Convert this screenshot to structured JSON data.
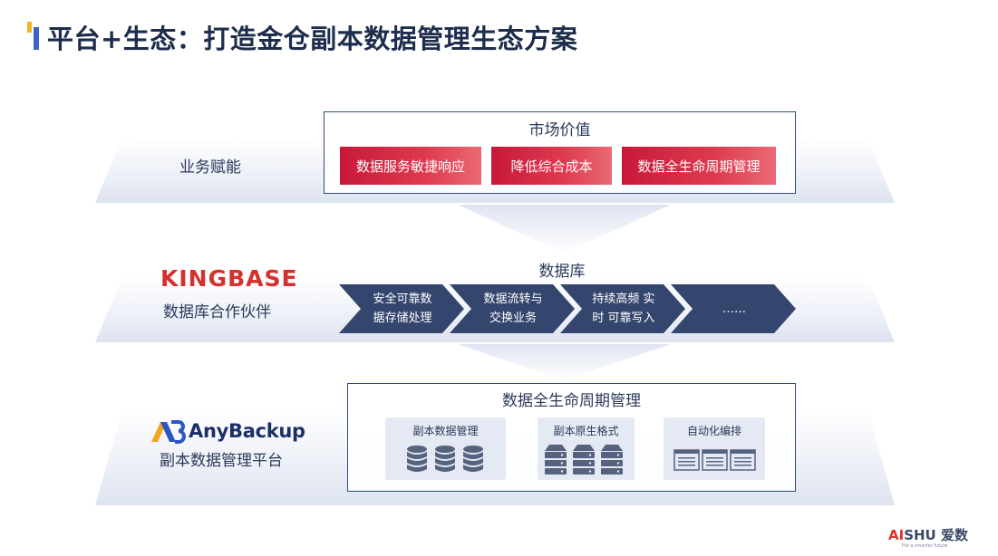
{
  "title": "平台+生态：打造金仓副本数据管理生态方案",
  "layer1": {
    "label": "业务赋能",
    "box_title": "市场价值",
    "buttons": [
      "数据服务敏捷响应",
      "降低综合成本",
      "数据全生命周期管理"
    ]
  },
  "layer2": {
    "logo_text": "KINGBASE",
    "label": "数据库合作伙伴",
    "section_title": "数据库",
    "chevrons": [
      {
        "line1": "安全可靠数",
        "line2": "据存储处理"
      },
      {
        "line1": "数据流转与",
        "line2": "交换业务"
      },
      {
        "line1": "持续高频 实",
        "line2": "时 可靠写入"
      },
      {
        "line1": "……",
        "line2": ""
      }
    ]
  },
  "layer3": {
    "logo_text": "AnyBackup",
    "label": "副本数据管理平台",
    "box_title": "数据全生命周期管理",
    "cards": [
      {
        "label": "副本数据管理",
        "icon": "database-icon"
      },
      {
        "label": "副本原生格式",
        "icon": "server-icon"
      },
      {
        "label": "自动化编排",
        "icon": "window-icon"
      }
    ]
  },
  "brand": {
    "ai": "AI",
    "name": "SHU 爱数",
    "tagline": "For a smarter future"
  },
  "colors": {
    "accent_blue": "#3a62c7",
    "accent_yellow": "#f2b41b",
    "navy": "#324a79",
    "red": "#d2322d"
  }
}
